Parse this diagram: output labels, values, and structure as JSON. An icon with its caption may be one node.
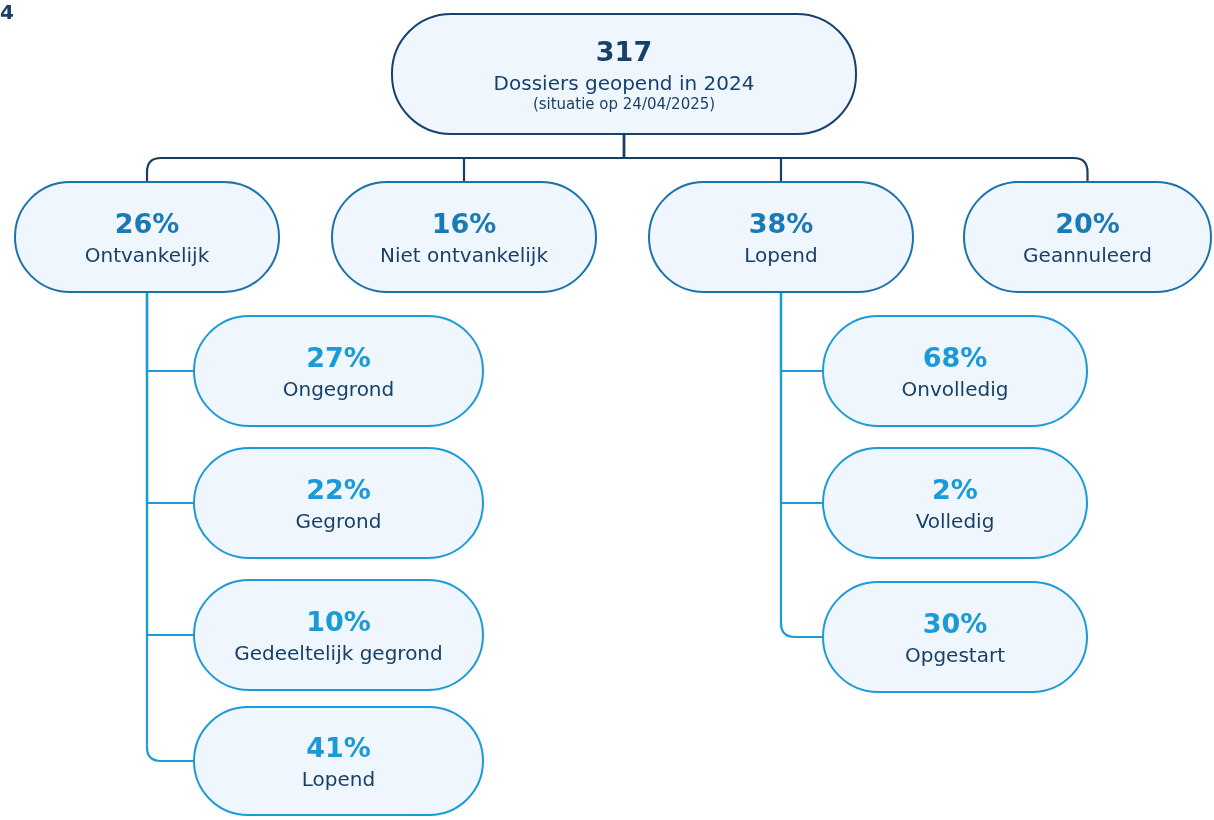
{
  "diagram": {
    "nodes": [
      {
        "text": [
          "317",
          "Dossiers geopend in 2024",
          "(situatie op 24/04/2025)"
        ]
      },
      {
        "text": [
          "26%",
          "Ontvankelijk"
        ]
      },
      {
        "text": [
          "16%",
          "Niet ontvankelijk"
        ]
      },
      {
        "text": [
          "38%",
          "Lopend"
        ]
      },
      {
        "text": [
          "20%",
          "Geannuleerd"
        ]
      },
      {
        "text": [
          "27%",
          "Ongegrond"
        ]
      },
      {
        "text": [
          "22%",
          "Gegrond"
        ]
      },
      {
        "text": [
          "10%",
          "Gedeeltelijk gegrond"
        ]
      },
      {
        "text": [
          "41%",
          "Lopend"
        ]
      },
      {
        "text": [
          "68%",
          "Onvolledig"
        ]
      },
      {
        "text": [
          "2%",
          "Volledig"
        ]
      },
      {
        "text": [
          "30%",
          "Opgestart"
        ]
      }
    ],
    "edges": [
      {
        "from": 0,
        "to": 1,
        "arrow": "none",
        "color": "#173f63"
      },
      {
        "from": 0,
        "to": 2,
        "arrow": "none",
        "color": "#173f63"
      },
      {
        "from": 0,
        "to": 3,
        "arrow": "none",
        "color": "#173f63"
      },
      {
        "from": 0,
        "to": 4,
        "arrow": "none",
        "color": "#173f63"
      },
      {
        "from": 1,
        "to": 5,
        "arrow": "none"
      },
      {
        "from": 1,
        "to": 6,
        "arrow": "none"
      },
      {
        "from": 1,
        "to": 7,
        "arrow": "none"
      },
      {
        "from": 1,
        "to": 8,
        "arrow": "none"
      },
      {
        "from": 3,
        "to": 9,
        "arrow": "none"
      },
      {
        "from": 3,
        "to": 10,
        "arrow": "none"
      },
      {
        "from": 3,
        "to": 11,
        "arrow": "none"
      }
    ],
    "labels": [
      "4"
    ]
  }
}
